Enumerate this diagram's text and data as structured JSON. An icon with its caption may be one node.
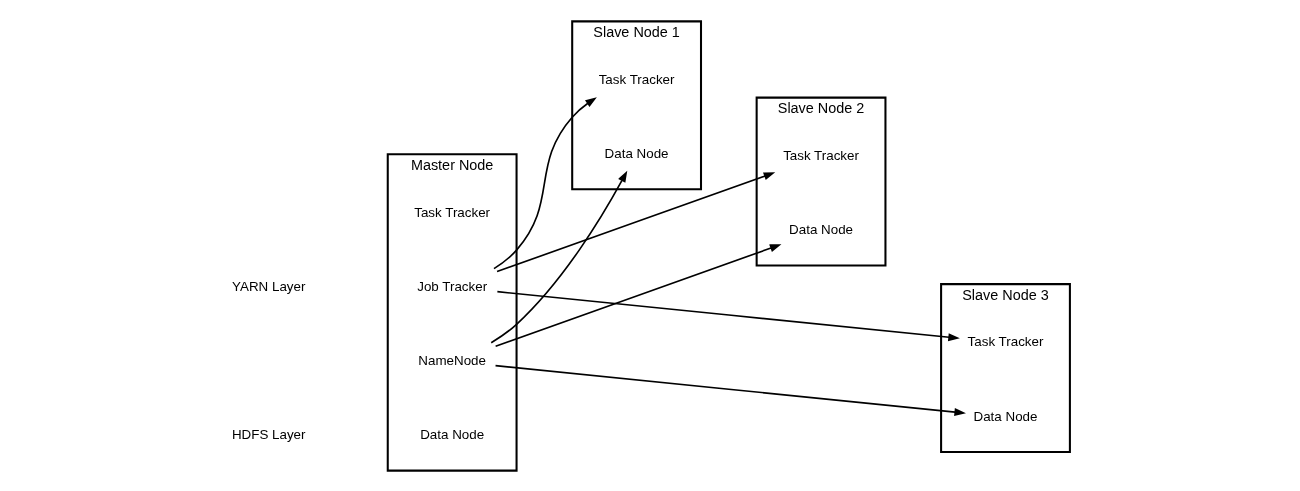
{
  "diagram": {
    "nodes": [
      {
        "text": [
          "Master Node"
        ]
      },
      {
        "text": [
          "Task Tracker"
        ],
        "in": 0
      },
      {
        "text": [
          "Job Tracker"
        ],
        "in": 0
      },
      {
        "text": [
          "NameNode"
        ],
        "in": 0
      },
      {
        "text": [
          "Data Node"
        ],
        "in": 0
      },
      {
        "text": [
          "Slave Node 1"
        ]
      },
      {
        "text": [
          "Task Tracker"
        ],
        "in": 5
      },
      {
        "text": [
          "Data Node"
        ],
        "in": 5
      },
      {
        "text": [
          "Slave Node 2"
        ]
      },
      {
        "text": [
          "Task Tracker"
        ],
        "in": 8
      },
      {
        "text": [
          "Data Node"
        ],
        "in": 8
      },
      {
        "text": [
          "Slave Node 3"
        ]
      },
      {
        "text": [
          "Task Tracker"
        ],
        "in": 11
      },
      {
        "text": [
          "Data Node"
        ],
        "in": 11
      }
    ],
    "edges": [
      {
        "from": 2,
        "to": 6,
        "arrow": "to"
      },
      {
        "from": 2,
        "to": 9,
        "arrow": "to"
      },
      {
        "from": 2,
        "to": 12,
        "arrow": "to"
      },
      {
        "from": 3,
        "to": 7,
        "arrow": "to"
      },
      {
        "from": 3,
        "to": 10,
        "arrow": "to"
      },
      {
        "from": 3,
        "to": 13,
        "arrow": "to"
      }
    ],
    "labels": [
      "YARN Layer",
      "HDFS Layer"
    ]
  }
}
